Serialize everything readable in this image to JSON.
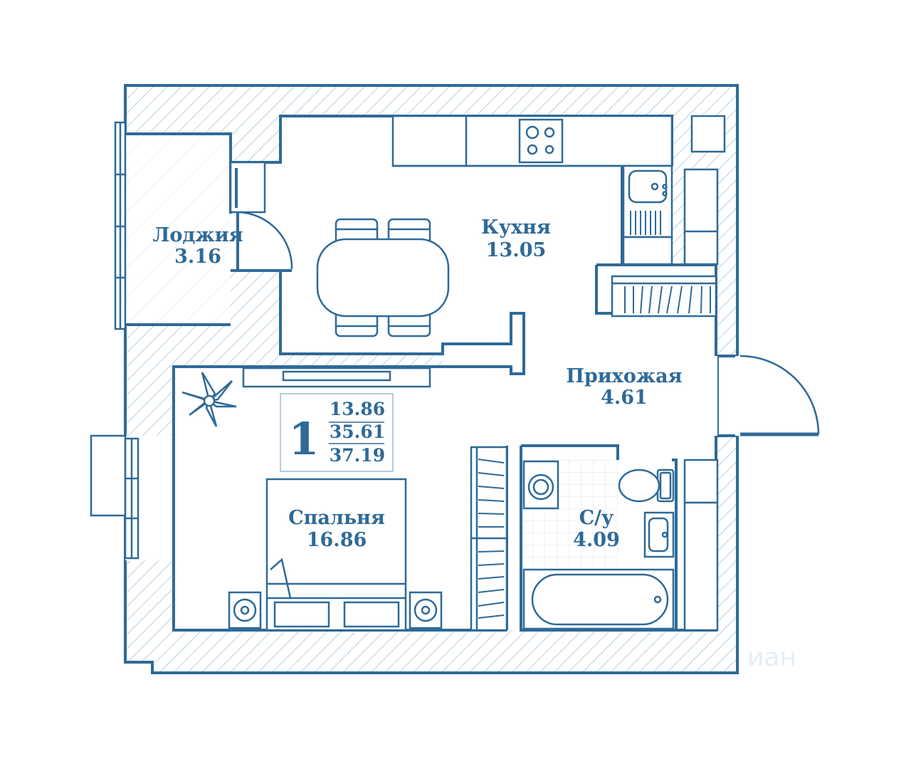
{
  "rooms": {
    "loggia": {
      "name": "Лоджия",
      "area": "3.16"
    },
    "kitchen": {
      "name": "Кухня",
      "area": "13.05"
    },
    "hall": {
      "name": "Прихожая",
      "area": "4.61"
    },
    "bedroom": {
      "name": "Спальня",
      "area": "16.86"
    },
    "bathroom": {
      "name": "С/у",
      "area": "4.09"
    }
  },
  "summary": {
    "room_count": "1",
    "living_area": "13.86",
    "total_area": "35.61",
    "total_with_loggia": "37.19"
  },
  "watermark": "иан",
  "colors": {
    "line": "#2e6a98",
    "hatch": "#8fb0cc",
    "background": "#ffffff"
  }
}
